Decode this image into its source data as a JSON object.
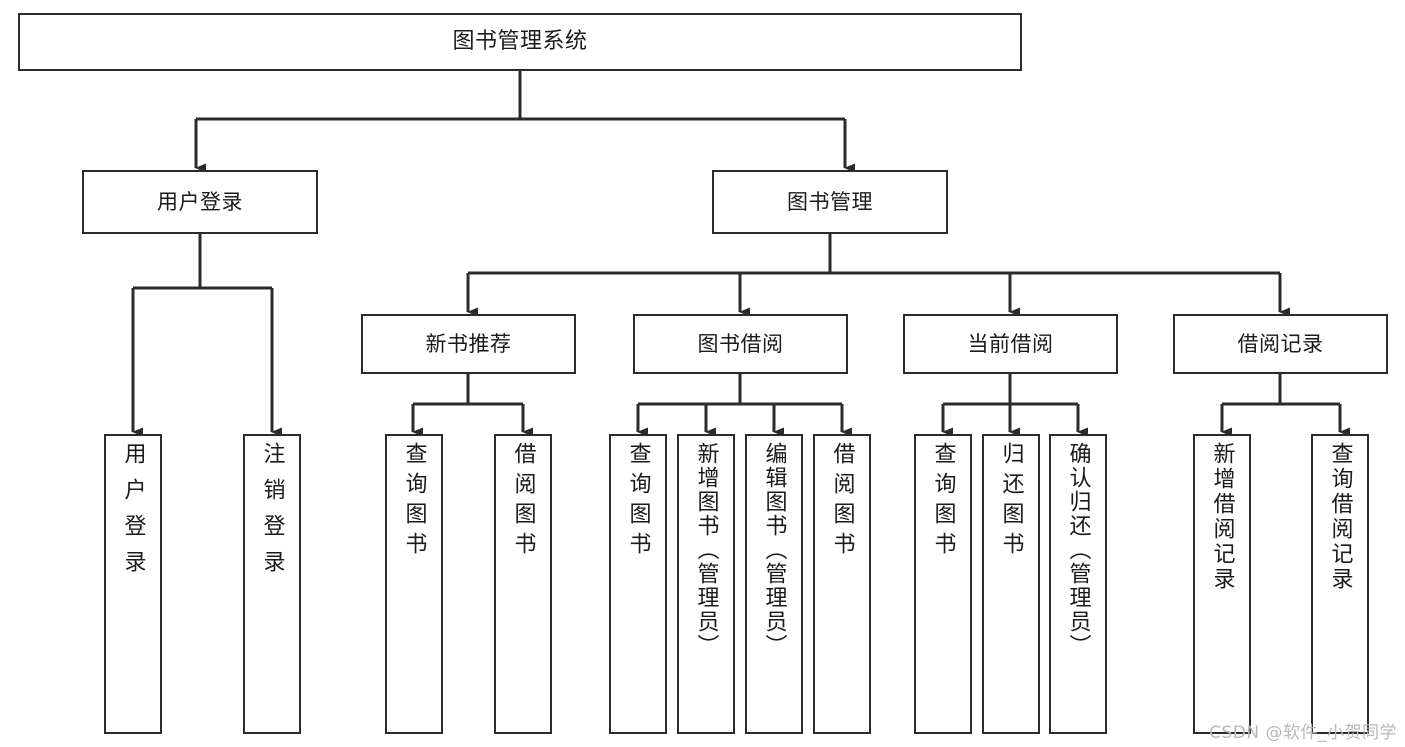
{
  "diagram": {
    "title": "图书管理系统",
    "type": "tree-hierarchy-chart",
    "watermark": "CSDN @软件_小贺同学",
    "colors": {
      "box_border": "#2b2b2b",
      "box_fill": "#ffffff",
      "connector": "#2b2b2b",
      "text": "#1b1b1b",
      "watermark": "#b9b9b9",
      "background": "#ffffff"
    },
    "levels": {
      "root": {
        "label": "图书管理系统"
      },
      "level2": [
        {
          "label": "用户登录"
        },
        {
          "label": "图书管理"
        }
      ],
      "level3": [
        {
          "label": "新书推荐"
        },
        {
          "label": "图书借阅"
        },
        {
          "label": "当前借阅"
        },
        {
          "label": "借阅记录"
        }
      ]
    },
    "leaves": {
      "user_login": [
        {
          "label": "用户登录"
        },
        {
          "label": "注销登录"
        }
      ],
      "new_book_recommend": [
        {
          "label": "查询图书"
        },
        {
          "label": "借阅图书"
        }
      ],
      "book_borrow": [
        {
          "label": "查询图书"
        },
        {
          "label": "新增图书（管理员）"
        },
        {
          "label": "编辑图书（管理员）"
        },
        {
          "label": "借阅图书"
        }
      ],
      "current_borrow": [
        {
          "label": "查询图书"
        },
        {
          "label": "归还图书"
        },
        {
          "label": "确认归还（管理员）"
        }
      ],
      "borrow_record": [
        {
          "label": "新增借阅记录"
        },
        {
          "label": "查询借阅记录"
        }
      ]
    }
  }
}
